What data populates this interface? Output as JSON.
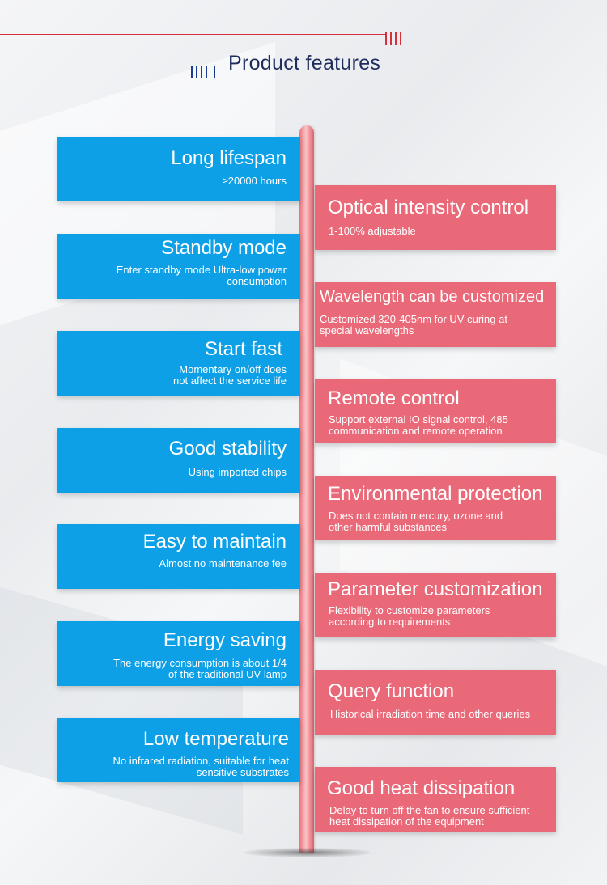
{
  "header": {
    "title": "Product features"
  },
  "colors": {
    "blue_card": "#0ea0e6",
    "red_card": "#ea6979",
    "pole": "#e9747c",
    "title": "#1f2d5e",
    "accent_red_line": "#d7303a",
    "accent_blue_line": "#1b3f8e"
  },
  "left_features": [
    {
      "title": "Long lifespan",
      "subtitle": "≥20000 hours"
    },
    {
      "title": "Standby mode",
      "subtitle": "Enter standby mode Ultra-low power\nconsumption"
    },
    {
      "title": "Start  fast",
      "subtitle": "Momentary on/off does\nnot affect the service life"
    },
    {
      "title": "Good stability",
      "subtitle": "Using imported chips"
    },
    {
      "title": "Easy to maintain",
      "subtitle": "Almost no maintenance fee"
    },
    {
      "title": "Energy saving",
      "subtitle": "The energy consumption is about 1/4\nof the traditional UV lamp"
    },
    {
      "title": "Low temperature",
      "subtitle": "No infrared radiation, suitable for heat\nsensitive substrates"
    }
  ],
  "right_features": [
    {
      "title": "Optical intensity control",
      "subtitle": "1-100% adjustable"
    },
    {
      "title": "Wavelength can be customized",
      "subtitle": "Customized 320-405nm for UV curing at\nspecial wavelengths"
    },
    {
      "title": "Remote control",
      "subtitle": "Support external IO signal control, 485\n communication and remote operation"
    },
    {
      "title": "Environmental protection",
      "subtitle": "Does not contain mercury, ozone and\nother harmful substances"
    },
    {
      "title": "Parameter customization",
      "subtitle": "Flexibility to customize parameters\naccording to requirements"
    },
    {
      "title": "Query function",
      "subtitle": "Historical irradiation time and other queries"
    },
    {
      "title": "Good heat dissipation",
      "subtitle": "Delay to turn off the fan to ensure sufficient\nheat dissipation of the equipment"
    }
  ]
}
